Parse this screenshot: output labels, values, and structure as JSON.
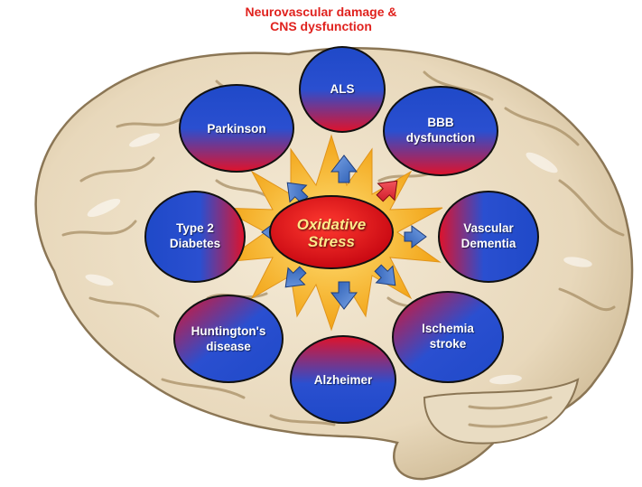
{
  "title": {
    "line1": "Neurovascular damage &",
    "line2": "CNS dysfunction"
  },
  "center": {
    "label": "Oxidative\nStress",
    "icon": "starburst-icon"
  },
  "nodes": [
    {
      "id": "als",
      "label": "ALS"
    },
    {
      "id": "parkinson",
      "label": "Parkinson"
    },
    {
      "id": "bbb",
      "label": "BBB\ndysfunction"
    },
    {
      "id": "diabetes",
      "label": "Type 2\nDiabetes"
    },
    {
      "id": "dementia",
      "label": "Vascular\nDementia"
    },
    {
      "id": "huntington",
      "label": "Huntington's\ndisease"
    },
    {
      "id": "ischemia",
      "label": "Ischemia\nstroke"
    },
    {
      "id": "alzheimer",
      "label": "Alzheimer"
    }
  ],
  "colors": {
    "title": "#e0221e",
    "node_blue": "#1f49c8",
    "node_red": "#e0122a",
    "center_red": "#e3101c",
    "center_text": "#ffe98a",
    "arrow_blue": "#3a70c4",
    "arrow_red": "#e01a2c",
    "starburst": "#f5b21f",
    "brain": "#ede0c9"
  }
}
